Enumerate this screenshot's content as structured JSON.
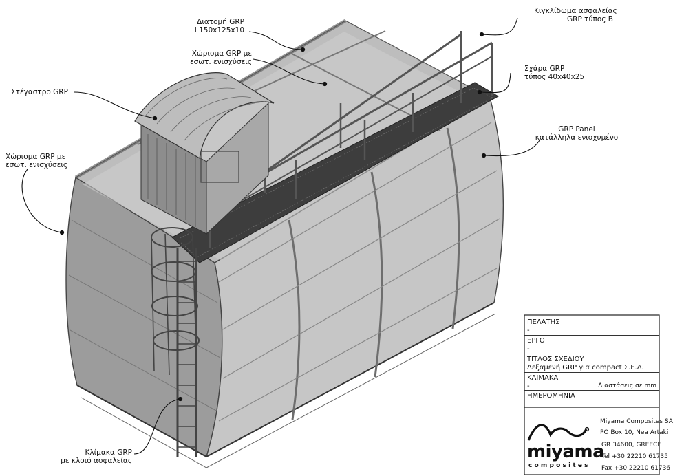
{
  "labels": {
    "diatomi": "Διατομή GRP\nI 150x125x10",
    "kigklidoma": "Κιγκλίδωμα ασφαλείας\nGRP τύπος Β",
    "xorisma_top": "Χώρισμα GRP με\nεσωτ. ενισχύσεις",
    "sxara": "Σχάρα GRP\nτύπος 40x40x25",
    "stegastro": "Στέγαστρο GRP",
    "panel": "GRP Panel\nκατάλληλα ενισχυμένο",
    "xorisma_left": "Χώρισμα GRP με\nεσωτ. ενισχύσεις",
    "klimaka": "Κλίμακα GRP\nμε κλοιό ασφαλείας"
  },
  "titleblock": {
    "client_label": "ΠΕΛΑΤΗΣ",
    "client_value": "-",
    "project_label": "ΕΡΓΟ",
    "project_value": "-",
    "title_label": "ΤΙΤΛΟΣ ΣΧΕΔΙΟΥ",
    "title_value": "Δεξαμενή GRP για compact Σ.Ε.Λ.",
    "scale_label": "ΚΛΙΜΑΚΑ",
    "scale_value": "-",
    "dimensions": "Διαστάσεις σε mm",
    "date_label": "ΗΜΕΡΟΜΗΝΙΑ"
  },
  "company": {
    "logo_name": "miyama",
    "logo_sub": "composites",
    "name": "Miyama Composites SA",
    "address1": "PO Box 10, Nea Artaki",
    "address2": "GR 34600, GREECE",
    "tel": "Tel +30 22210 61735",
    "fax": "Fax +30 22210 61736"
  },
  "colors": {
    "ink": "#111111",
    "panel": "#c9c9c9",
    "panel_dark": "#9a9a9a",
    "frame": "#6e6e6e"
  }
}
